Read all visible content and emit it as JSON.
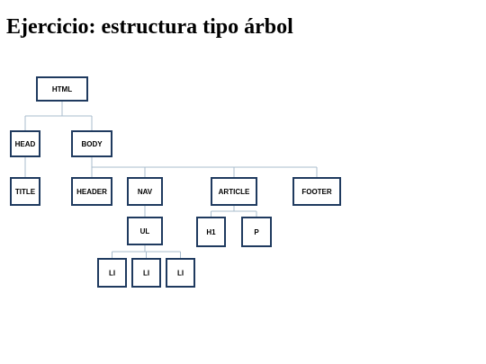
{
  "page": {
    "title": "Ejercicio: estructura tipo árbol"
  },
  "tree": {
    "nodes": [
      {
        "id": "html",
        "label": "HTML"
      },
      {
        "id": "head",
        "label": "HEAD"
      },
      {
        "id": "body",
        "label": "BODY"
      },
      {
        "id": "title",
        "label": "TITLE"
      },
      {
        "id": "header",
        "label": "HEADER"
      },
      {
        "id": "nav",
        "label": "NAV"
      },
      {
        "id": "article",
        "label": "ARTICLE"
      },
      {
        "id": "footer",
        "label": "FOOTER"
      },
      {
        "id": "ul",
        "label": "UL"
      },
      {
        "id": "h1",
        "label": "H1"
      },
      {
        "id": "p",
        "label": "P"
      },
      {
        "id": "li1",
        "label": "LI"
      },
      {
        "id": "li2",
        "label": "LI"
      },
      {
        "id": "li3",
        "label": "LI"
      }
    ],
    "edges": [
      [
        "html",
        "head"
      ],
      [
        "html",
        "body"
      ],
      [
        "head",
        "title"
      ],
      [
        "body",
        "header"
      ],
      [
        "body",
        "nav"
      ],
      [
        "body",
        "article"
      ],
      [
        "body",
        "footer"
      ],
      [
        "nav",
        "ul"
      ],
      [
        "article",
        "h1"
      ],
      [
        "article",
        "p"
      ],
      [
        "ul",
        "li1"
      ],
      [
        "ul",
        "li2"
      ],
      [
        "ul",
        "li3"
      ]
    ],
    "colors": {
      "node_border": "#1f3a5f",
      "connector": "#a9bccd"
    }
  }
}
